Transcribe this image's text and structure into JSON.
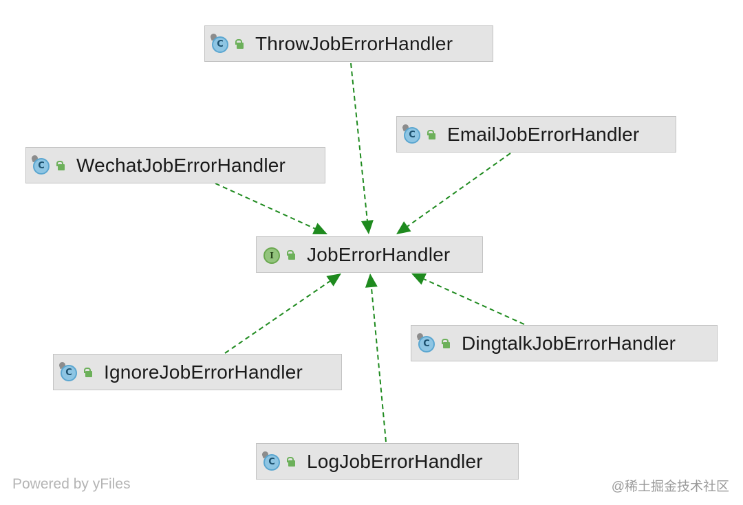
{
  "diagram": {
    "nodes": [
      {
        "id": "throw",
        "label": "ThrowJobErrorHandler",
        "kind": "class",
        "icon": "class-icon"
      },
      {
        "id": "email",
        "label": "EmailJobErrorHandler",
        "kind": "class",
        "icon": "class-icon"
      },
      {
        "id": "wechat",
        "label": "WechatJobErrorHandler",
        "kind": "class",
        "icon": "class-icon"
      },
      {
        "id": "base",
        "label": "JobErrorHandler",
        "kind": "interface",
        "icon": "interface-icon"
      },
      {
        "id": "dingtalk",
        "label": "DingtalkJobErrorHandler",
        "kind": "class",
        "icon": "class-icon"
      },
      {
        "id": "ignore",
        "label": "IgnoreJobErrorHandler",
        "kind": "class",
        "icon": "class-icon"
      },
      {
        "id": "log",
        "label": "LogJobErrorHandler",
        "kind": "class",
        "icon": "class-icon"
      }
    ],
    "edges": [
      {
        "from": "throw",
        "to": "base",
        "type": "implements"
      },
      {
        "from": "email",
        "to": "base",
        "type": "implements"
      },
      {
        "from": "wechat",
        "to": "base",
        "type": "implements"
      },
      {
        "from": "ignore",
        "to": "base",
        "type": "implements"
      },
      {
        "from": "dingtalk",
        "to": "base",
        "type": "implements"
      },
      {
        "from": "log",
        "to": "base",
        "type": "implements"
      }
    ],
    "edge_color": "#1e8a1e",
    "class_badge_letter": "C",
    "interface_badge_letter": "I"
  },
  "footer": {
    "left": "Powered by yFiles",
    "right": "@稀土掘金技术社区"
  }
}
